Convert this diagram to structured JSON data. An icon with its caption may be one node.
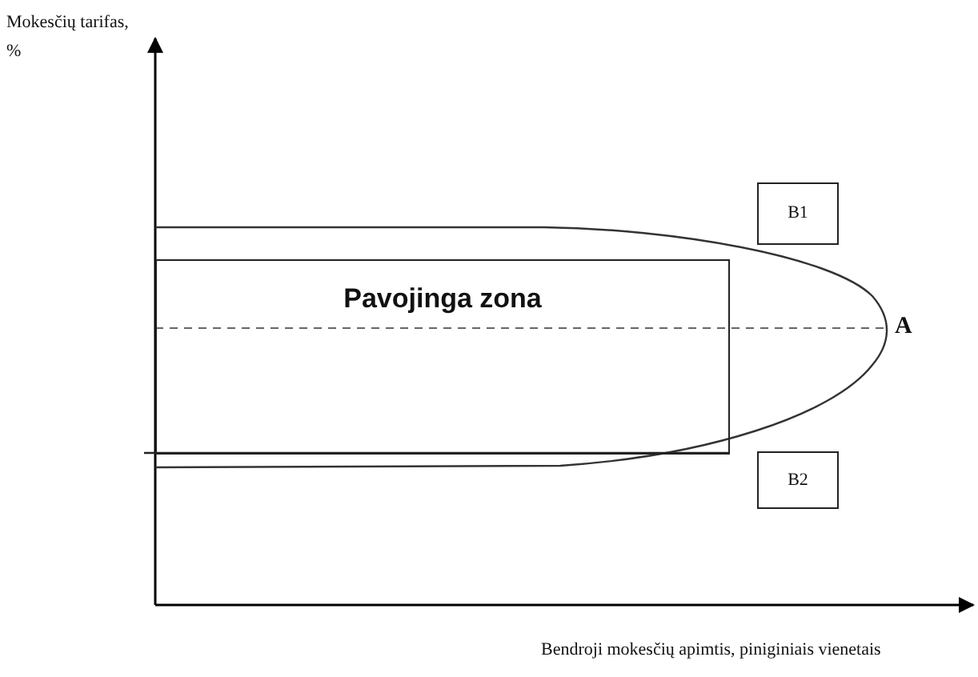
{
  "diagram": {
    "nodes": [
      {
        "text": [
          "Pavojinga zona"
        ]
      },
      {
        "text": [
          "B1"
        ]
      },
      {
        "text": [
          "B2"
        ]
      }
    ],
    "labels": [
      "Mokesčių tarifas, %",
      "A",
      "Bendroji mokesčių apimtis, piniginiais vienetais"
    ]
  }
}
